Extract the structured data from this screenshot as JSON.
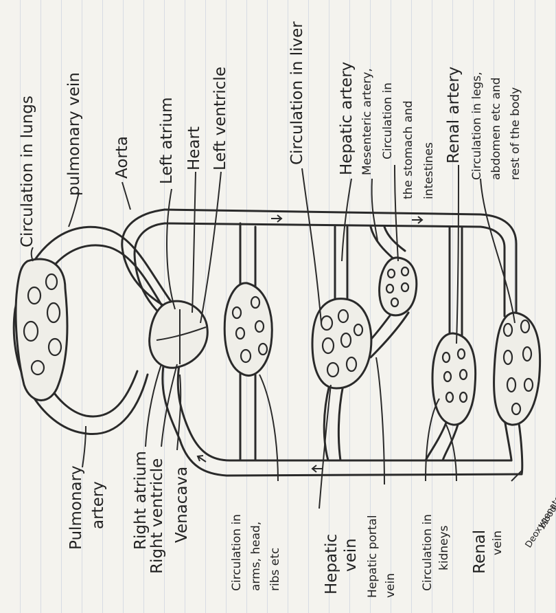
{
  "labels": {
    "circulation_lungs": "Circulation in lungs",
    "pulmonary_vein": "pulmonary vein",
    "aorta": "Aorta",
    "left_atrium": "Left atrium",
    "heart": "Heart",
    "left_ventricle": "Left ventricle",
    "circulation_liver": "Circulation in liver",
    "hepatic_artery": "Hepatic artery",
    "mesenteric_artery": "Mesenteric artery,",
    "circulation_stomach_1": "Circulation in",
    "circulation_stomach_2": "the stomach and",
    "circulation_stomach_3": "intestines",
    "renal_artery": "Renal artery",
    "circulation_legs_1": "Circulation in legs,",
    "circulation_legs_2": "abdomen etc and",
    "circulation_legs_3": "rest of the body",
    "pulmonary_artery_1": "Pulmonary",
    "pulmonary_artery_2": "artery",
    "right_atrium": "Right atrium",
    "right_ventricle": "Right ventricle",
    "vena_cava": "Venacava",
    "circulation_arms_1": "Circulation in",
    "circulation_arms_2": "arms, head,",
    "circulation_arms_3": "ribs etc",
    "hepatic_vein_1": "Hepatic",
    "hepatic_vein_2": "vein",
    "hepatic_portal_vein_1": "Hepatic portal",
    "hepatic_portal_vein_2": "vein",
    "circulation_kidneys_1": "Circulation in",
    "circulation_kidneys_2": "kidneys",
    "renal_vein_1": "Renal",
    "renal_vein_2": "vein",
    "deoxygenated_1": "Deoxygenated",
    "deoxygenated_2": "blood"
  }
}
